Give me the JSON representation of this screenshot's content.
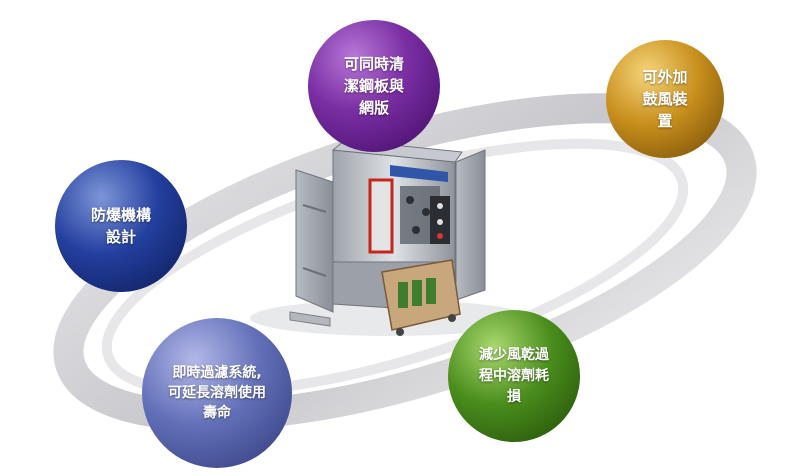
{
  "colors": {
    "ring": "#8d8d94",
    "purple": "#5a1d86",
    "gold": "#b57a16",
    "navy": "#1b3690",
    "lavender": "#5b68b2",
    "green": "#3e7f16"
  },
  "nodes": {
    "top": "可同時清\n潔鋼板與\n網版",
    "right": "可外加\n鼓風裝\n置",
    "left": "防爆機構\n設計",
    "bottom_left": "即時過濾系統,\n可延長溶劑使用\n壽命",
    "bottom_right": "減少風乾過\n程中溶劑耗\n損"
  },
  "machine": {
    "icon": "stencil-cleaning-machine-illustration"
  }
}
